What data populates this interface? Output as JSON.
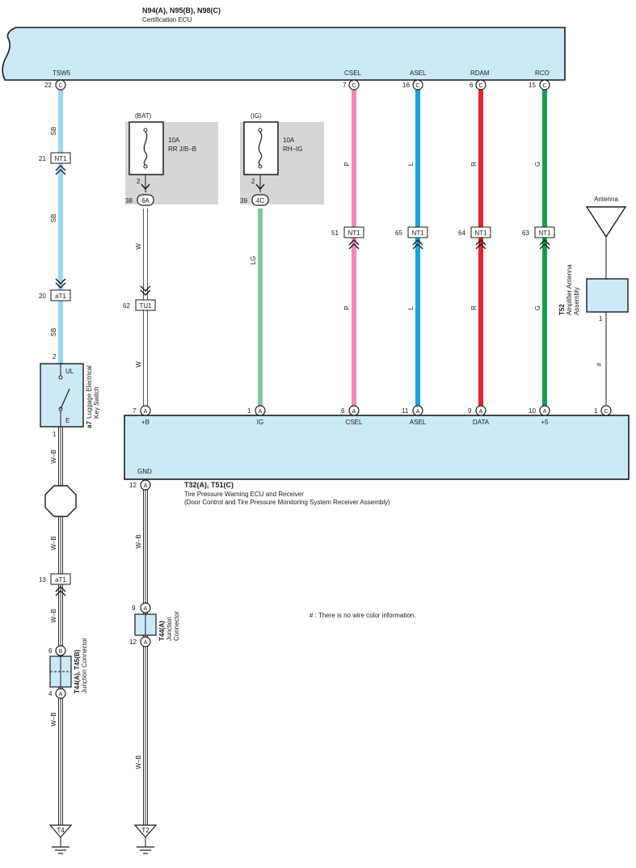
{
  "ecu_top": {
    "codes": "N94(A), N95(B), N98(C)",
    "name": "Certification ECU"
  },
  "ecu_top_pins": [
    {
      "label": "TSW5",
      "num": "22",
      "conn": "C"
    },
    {
      "label": "CSEL",
      "num": "7",
      "conn": "C"
    },
    {
      "label": "ASEL",
      "num": "16",
      "conn": "C"
    },
    {
      "label": "RDAM",
      "num": "6",
      "conn": "C"
    },
    {
      "label": "RCO",
      "num": "15",
      "conn": "C"
    }
  ],
  "colors": {
    "ecu_fill": "#cce9f7",
    "SB": "#9dd6f5",
    "LG": "#7fc89a",
    "P": "#f08bb8",
    "L": "#1aa3e0",
    "R": "#e4232b",
    "G": "#12a050",
    "fuse_bg": "#d6d6d6"
  },
  "wire_labels": {
    "sb": "SB",
    "w": "W",
    "lg": "LG",
    "p": "P",
    "l": "L",
    "r": "R",
    "g": "G",
    "wb": "W–B",
    "hash": "#"
  },
  "connectors": {
    "nt1": "NT1",
    "at1": "aT1",
    "tu1": "TU1",
    "c6a": "6A",
    "c4c": "4C",
    "A": "A",
    "B": "B",
    "C": "C"
  },
  "pin_numbers": {
    "nt1_sb": "21",
    "at1_top": "20",
    "switch_in": "2",
    "switch_out": "1",
    "fuse1_out": "2",
    "c6a": "38",
    "tu1": "62",
    "fuse2_out": "2",
    "c4c": "39",
    "nt1_p": "51",
    "nt1_l": "65",
    "nt1_r": "64",
    "nt1_g": "63",
    "ant_pin": "1",
    "at1_bottom": "13",
    "t45_b": "6",
    "t44_a": "4",
    "gnd": "12",
    "j_top": "9",
    "j_bottom": "12"
  },
  "fuse1": {
    "source": "(BAT)",
    "rating": "10A",
    "name": "RR J/B–B"
  },
  "fuse2": {
    "source": "(IG)",
    "rating": "10A",
    "name": "RH–IG"
  },
  "antenna": {
    "label": "Antenna",
    "code": "T52",
    "name_line1": "Amplifier Antenna",
    "name_line2": "Assembly"
  },
  "switch": {
    "code": "a7",
    "name_line1": "Luggage Electrical",
    "name_line2": "Key Switch",
    "ul": "UL",
    "e": "E"
  },
  "ecu_bottom": {
    "codes": "T32(A), T51(C)",
    "name": "Tire Pressure Warning ECU and Receiver",
    "sub": "(Door Control and Tire Pressure Monitoring System Receiver Assembly)"
  },
  "ecu_bottom_pins": [
    {
      "label": "+B",
      "num": "7",
      "conn": "A"
    },
    {
      "label": "IG",
      "num": "1",
      "conn": "A"
    },
    {
      "label": "CSEL",
      "num": "6",
      "conn": "A"
    },
    {
      "label": "ASEL",
      "num": "11",
      "conn": "A"
    },
    {
      "label": "DATA",
      "num": "9",
      "conn": "A"
    },
    {
      "label": "+5",
      "num": "10",
      "conn": "A"
    },
    {
      "label": "",
      "num": "1",
      "conn": "C"
    }
  ],
  "gnd_label": "GND",
  "junction_left": {
    "code": "T44(A), T45(B)",
    "name": "Junction Connector"
  },
  "junction_mid": {
    "code": "T44(A)",
    "name_line1": "Junction",
    "name_line2": "Connector"
  },
  "grounds": {
    "t4": "T4",
    "t2": "T2"
  },
  "note": "# : There is no wire color information."
}
